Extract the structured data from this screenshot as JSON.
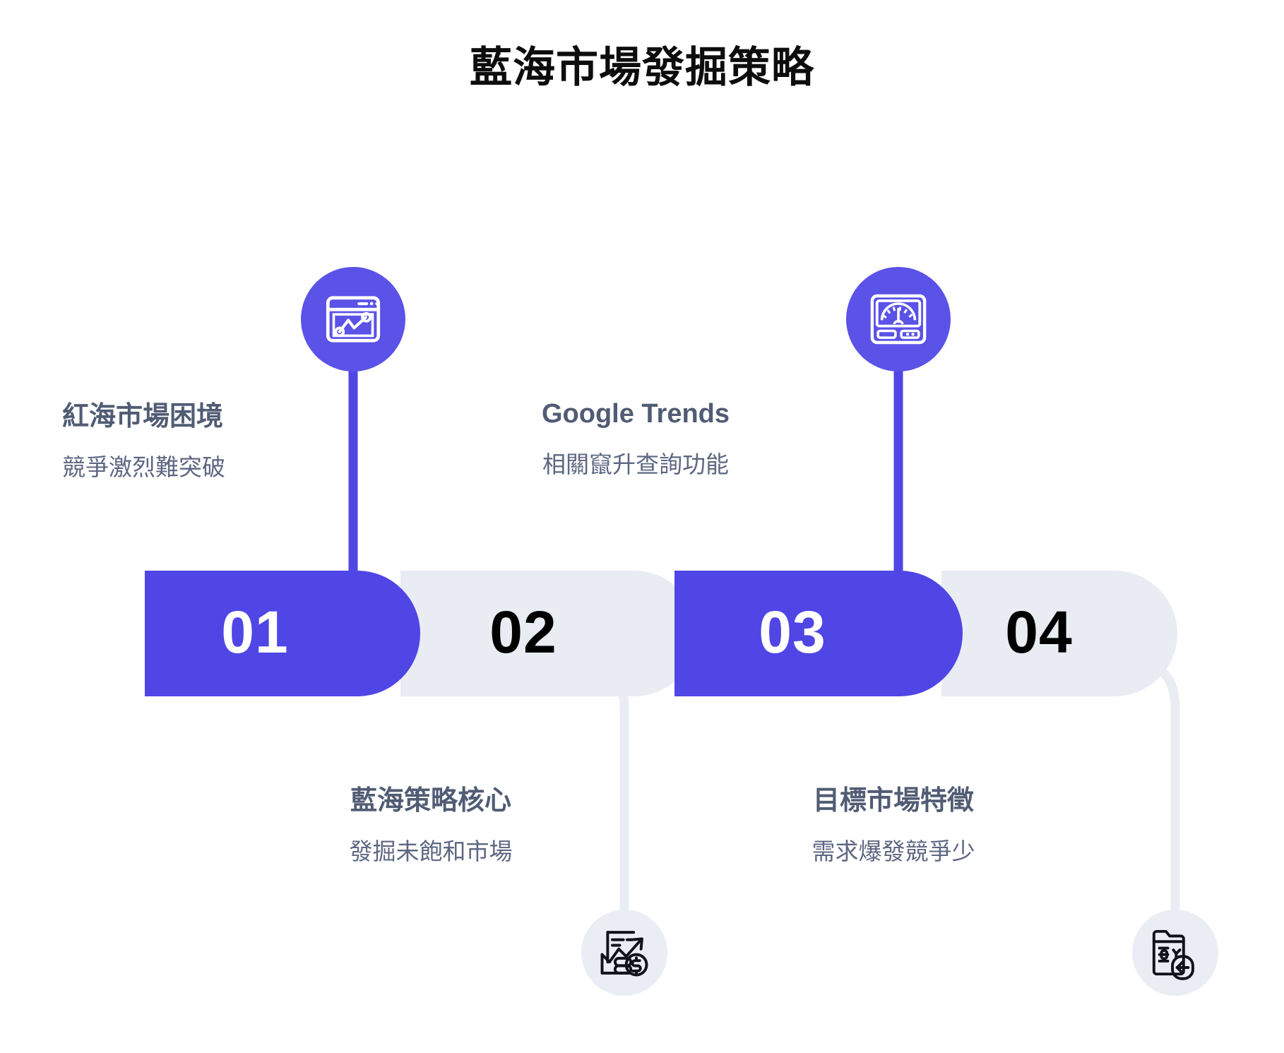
{
  "title": "藍海市場發掘策略",
  "theme": {
    "accent": "#4f46e5",
    "accent_icon": "#5b52e8",
    "muted_bar": "#e9ecf3",
    "pale_circle": "#eaedf4",
    "title_text": "#0d0d0d",
    "label_text": "#515c74",
    "sub_text": "#5d6781",
    "background": "#ffffff"
  },
  "steps": [
    {
      "number": "01",
      "title": "紅海市場困境",
      "subtitle": "競爭激烈難突破",
      "icon": "analytics-window-icon",
      "position": "above",
      "style": "accent"
    },
    {
      "number": "02",
      "title": "藍海策略核心",
      "subtitle": "發掘未飽和市場",
      "icon": "growth-chart-dollar-icon",
      "position": "below",
      "style": "muted"
    },
    {
      "number": "03",
      "title": "Google Trends",
      "subtitle": "相關竄升查詢功能",
      "icon": "gauge-meter-icon",
      "position": "above",
      "style": "accent"
    },
    {
      "number": "04",
      "title": "目標市場特徵",
      "subtitle": "需求爆發競爭少",
      "icon": "document-tag-arrow-icon",
      "position": "below",
      "style": "muted"
    }
  ]
}
